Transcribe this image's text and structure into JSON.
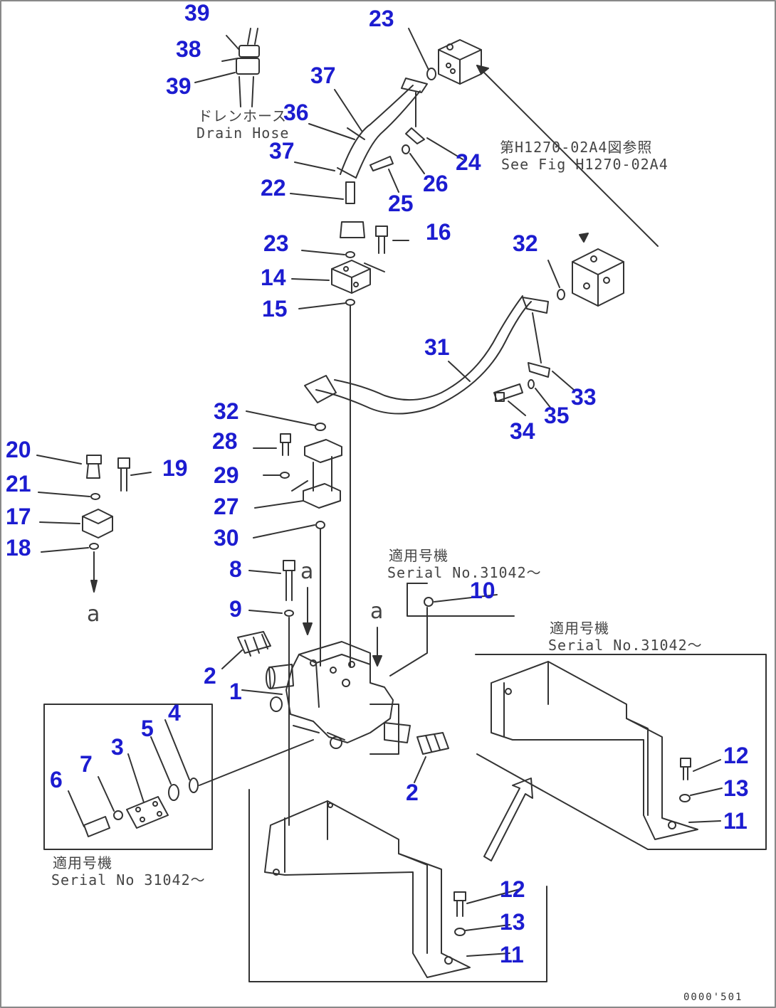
{
  "callouts": {
    "c39a": "39",
    "c38": "38",
    "c39b": "39",
    "c23a": "23",
    "c37a": "37",
    "c36": "36",
    "c37b": "37",
    "c24": "24",
    "c26": "26",
    "c25": "25",
    "c22": "22",
    "c16": "16",
    "c23b": "23",
    "c14": "14",
    "c15": "15",
    "c32a": "32",
    "c31": "31",
    "c33": "33",
    "c35": "35",
    "c34": "34",
    "c32b": "32",
    "c28": "28",
    "c29": "29",
    "c27": "27",
    "c30": "30",
    "c20": "20",
    "c19": "19",
    "c21": "21",
    "c17": "17",
    "c18": "18",
    "c8": "8",
    "c9": "9",
    "c10": "10",
    "c2a": "2",
    "c1": "1",
    "c4": "4",
    "c5": "5",
    "c3": "3",
    "c7": "7",
    "c6": "6",
    "c2b": "2",
    "c12a": "12",
    "c13a": "13",
    "c11a": "11",
    "c12b": "12",
    "c13b": "13",
    "c11b": "11"
  },
  "notes": {
    "drain_jp": "ドレンホース",
    "drain_en": "Drain Hose",
    "see_fig_jp": "第H1270-02A4図参照",
    "see_fig_en": "See Fig H1270-02A4",
    "serial1_jp": "適用号機",
    "serial1_en": "Serial No.31042～",
    "serial2_jp": "適用号機",
    "serial2_en": "Serial No.31042～",
    "serial3_jp": "適用号機",
    "serial3_en": "Serial No 31042～"
  },
  "refs": {
    "a1": "a",
    "a2": "a",
    "a3": "a"
  },
  "figure_id": "0000'501",
  "colors": {
    "callout": "#1c1cd0",
    "line": "#333333"
  }
}
